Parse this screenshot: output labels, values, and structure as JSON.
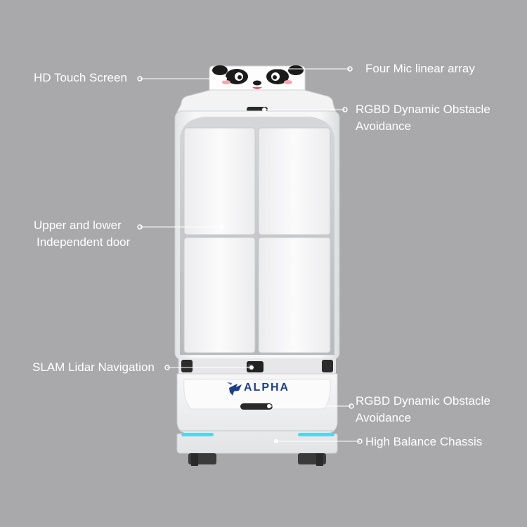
{
  "callouts": {
    "touch_screen": "HD Touch Screen",
    "mic_array": "Four Mic linear array",
    "rgbd_top_line1": "RGBD Dynamic Obstacle",
    "rgbd_top_line2": "Avoidance",
    "door_line1": "Upper and lower",
    "door_line2": "Independent door",
    "slam": "SLAM Lidar Navigation",
    "rgbd_bottom_line1": "RGBD Dynamic Obstacle",
    "rgbd_bottom_line2": "Avoidance",
    "chassis": "High Balance Chassis"
  },
  "brand": {
    "name": "ALPHA",
    "logo": "pegasus-logo-icon"
  },
  "colors": {
    "background": "#a9a9ab",
    "robot_body": "#f4f4f5",
    "accent_light": "#52d6f0",
    "brand_blue": "#1d3f8a"
  }
}
